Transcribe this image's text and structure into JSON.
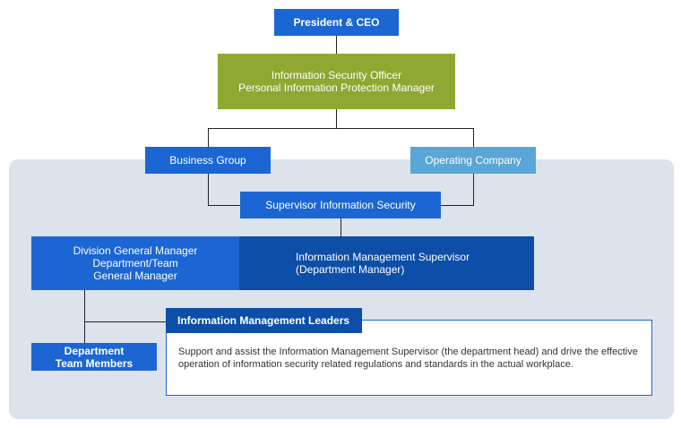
{
  "president": "President & CEO",
  "information_security_officer": {
    "line1": "Information Security Officer",
    "line2": "Personal Information Protection Manager"
  },
  "business_group": "Business Group",
  "operating_company": "Operating Company",
  "supervisor_information_security": "Supervisor Information Security",
  "division_manager": {
    "line1": "Division General Manager",
    "line2": "Department/Team",
    "line3": "General Manager"
  },
  "information_management_supervisor": {
    "line1": "Information Management Supervisor",
    "line2": "(Department Manager)"
  },
  "department_team_members": {
    "line1": "Department",
    "line2": "Team Members"
  },
  "information_management_leaders": {
    "title": "Information Management Leaders",
    "description": "Support and assist the Information Management Supervisor (the department head) and drive the effective operation of information security related regulations and standards in the actual workplace."
  },
  "colors": {
    "primary_blue": "#1b66d2",
    "dark_blue": "#0c4ea8",
    "light_blue": "#5aa6d6",
    "green": "#8ea832",
    "panel": "#dde3ec"
  }
}
